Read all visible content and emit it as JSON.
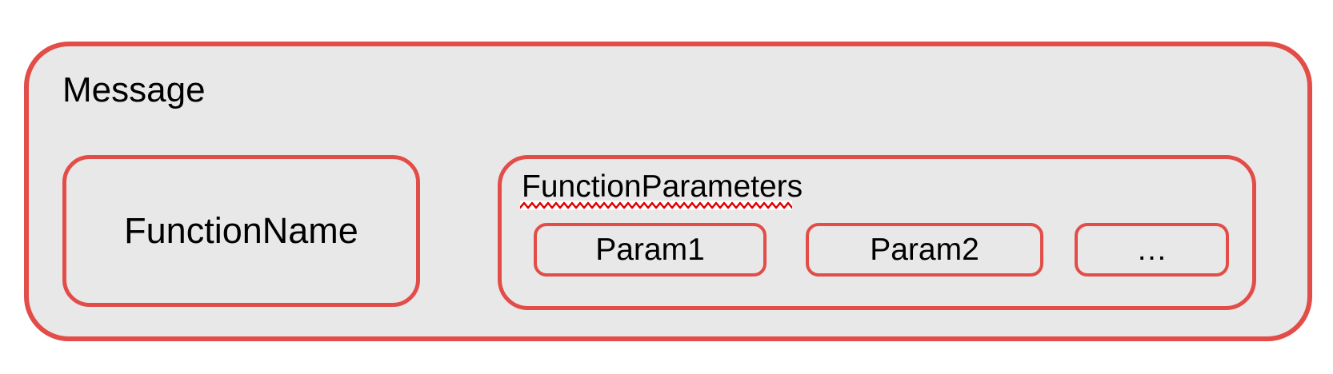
{
  "diagram": {
    "message": {
      "label": "Message"
    },
    "function_name": {
      "label": "FunctionName"
    },
    "function_parameters": {
      "label": "FunctionParameters",
      "has_spellcheck_underline": true,
      "params": [
        {
          "label": "Param1"
        },
        {
          "label": "Param2"
        },
        {
          "label": "…"
        }
      ]
    },
    "colors": {
      "border_red": "#E24D48",
      "fill_gray": "#E8E8E8",
      "squiggle_red": "#E00000",
      "squiggle_highlight": "#FFFFFF",
      "text_black": "#000000",
      "page_background": "#FFFFFF"
    }
  }
}
